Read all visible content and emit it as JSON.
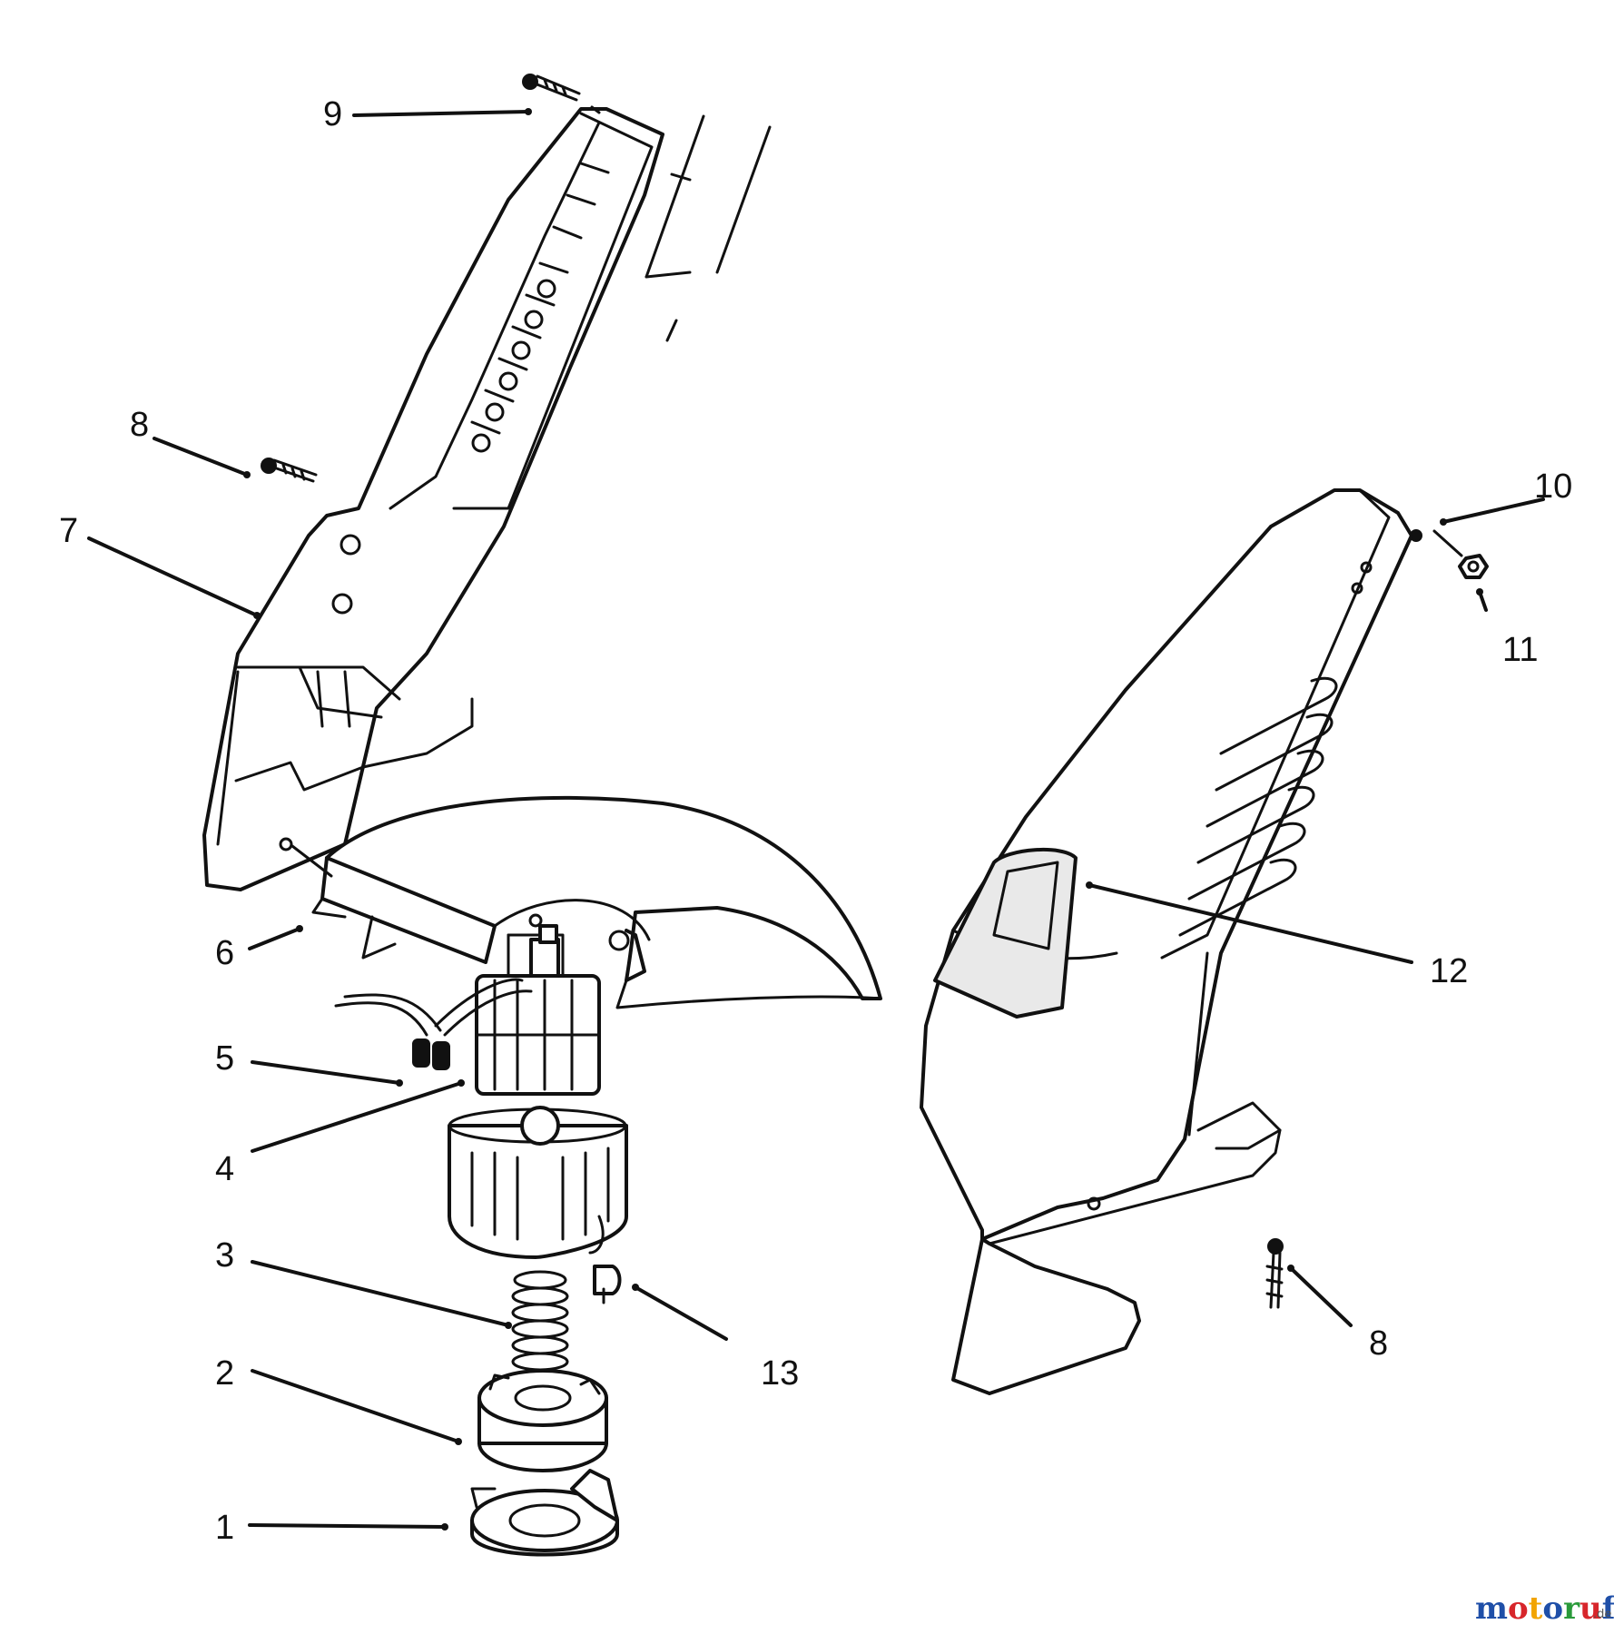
{
  "callouts": {
    "c1": "1",
    "c2": "2",
    "c3": "3",
    "c4": "4",
    "c5": "5",
    "c6": "6",
    "c7": "7",
    "c8_top": "8",
    "c8_bottom": "8",
    "c9": "9",
    "c10": "10",
    "c11": "11",
    "c12": "12",
    "c13": "13"
  },
  "watermark": {
    "letters": [
      "m",
      "o",
      "t",
      "o",
      "r",
      "u",
      "f"
    ],
    "colors": [
      "#1f4fa8",
      "#d7262b",
      "#f2a400",
      "#1f4fa8",
      "#2a9a3a",
      "#d7262b",
      "#1f4fa8"
    ],
    "suffix": ".de"
  }
}
